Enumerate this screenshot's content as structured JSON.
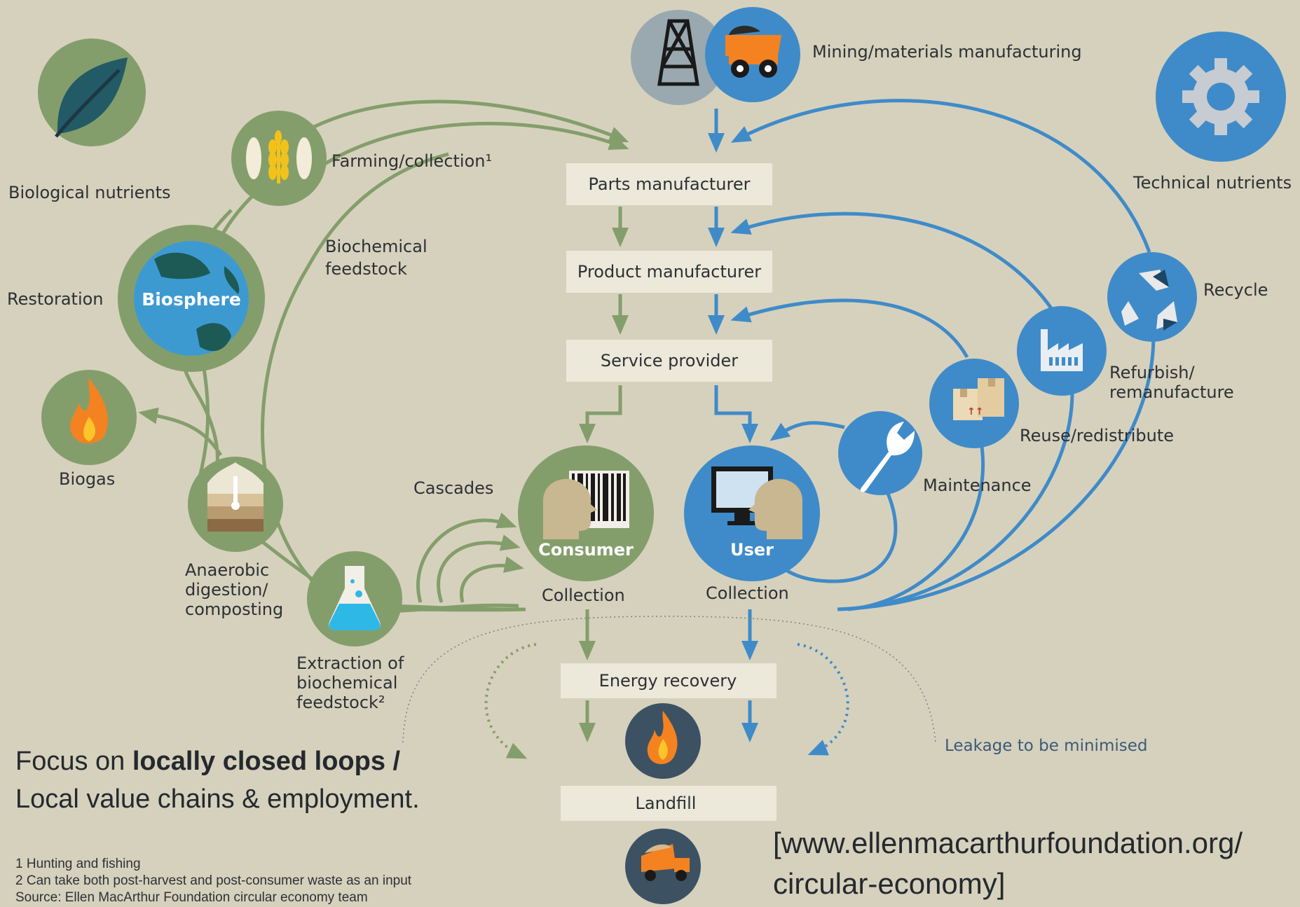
{
  "colors": {
    "background": "#d6d1bd",
    "biological": "#849e6b",
    "technical": "#3f8bc9",
    "box": "#ece8da",
    "dark_node": "#3c5263"
  },
  "nodes": {
    "mining": "Mining/materials manufacturing",
    "technical_nutrients": "Technical nutrients",
    "biological_nutrients": "Biological nutrients",
    "farming": "Farming/collection¹",
    "restoration": "Restoration",
    "biosphere": "Biosphere",
    "biochemical_feedstock": [
      "Biochemical",
      "feedstock"
    ],
    "biogas": "Biogas",
    "anaerobic": [
      "Anaerobic",
      "digestion/",
      "composting"
    ],
    "extraction": [
      "Extraction of",
      "biochemical",
      "feedstock²"
    ],
    "cascades": "Cascades",
    "consumer": "Consumer",
    "user": "User",
    "collection_bio": "Collection",
    "collection_tech": "Collection",
    "maintenance": "Maintenance",
    "reuse": "Reuse/redistribute",
    "refurbish": [
      "Refurbish/",
      "remanufacture"
    ],
    "recycle": "Recycle",
    "leakage": "Leakage to be minimised"
  },
  "boxes": {
    "parts": "Parts manufacturer",
    "product": "Product manufacturer",
    "service": "Service provider",
    "energy": "Energy recovery",
    "landfill": "Landfill"
  },
  "icons": [
    "leaf-icon",
    "wheat-fish-icon",
    "globe-icon",
    "flame-icon",
    "soil-layers-icon",
    "flask-icon",
    "oil-derrick-icon",
    "mining-truck-icon",
    "gear-icon",
    "recycle-icon",
    "factory-icon",
    "boxes-icon",
    "wrench-icon",
    "barcode-icon",
    "computer-icon",
    "dump-truck-icon"
  ],
  "focus": {
    "prefix": "Focus on ",
    "bold": "locally closed loops /",
    "line2": "Local value chains & employment."
  },
  "footnotes": [
    "1 Hunting and fishing",
    "2 Can take both post-harvest and post-consumer waste as an input",
    "Source: Ellen MacArthur Foundation circular economy team"
  ],
  "source_link": [
    "[www.ellenmacarthurfoundation.org/",
    "circular-economy]"
  ]
}
